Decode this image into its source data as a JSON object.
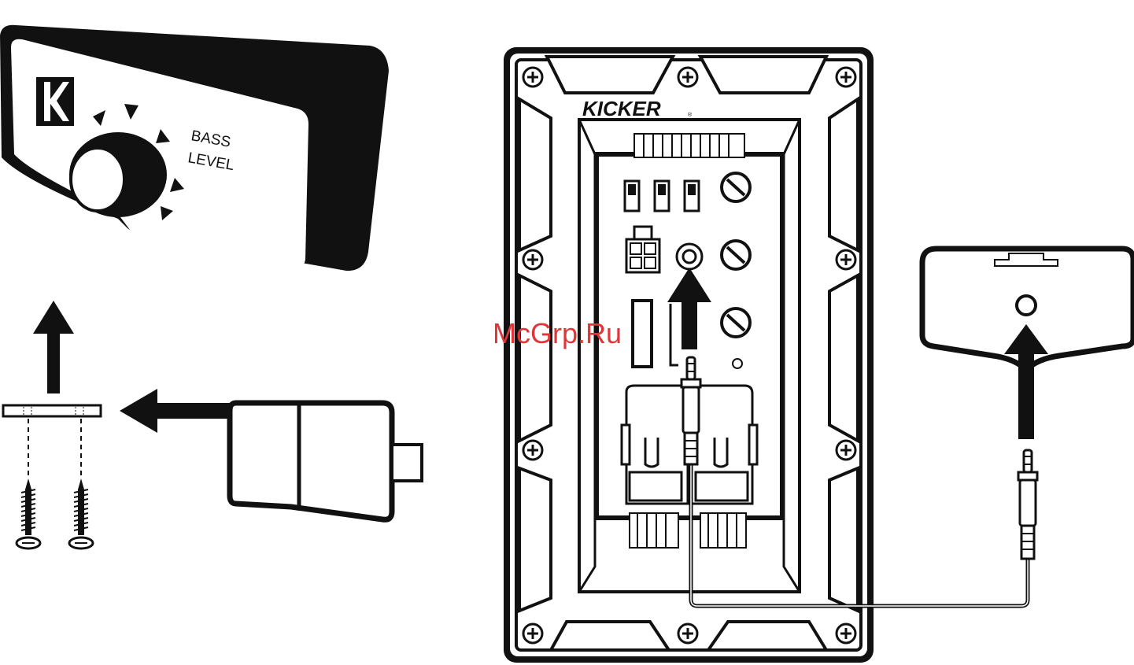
{
  "remote": {
    "logo_letter": "K",
    "knob_label_line1": "BASS",
    "knob_label_line2": "LEVEL"
  },
  "amplifier": {
    "brand": "KICKER",
    "brand_mark": "®"
  },
  "watermark": "McGrp.Ru",
  "colors": {
    "ink": "#111111",
    "paper": "#ffffff",
    "watermark": "#e0363a"
  },
  "icons": [
    "arrow-up-icon",
    "arrow-left-icon",
    "screw-icon",
    "phillips-screw-icon",
    "audio-jack-icon",
    "knob-icon"
  ]
}
